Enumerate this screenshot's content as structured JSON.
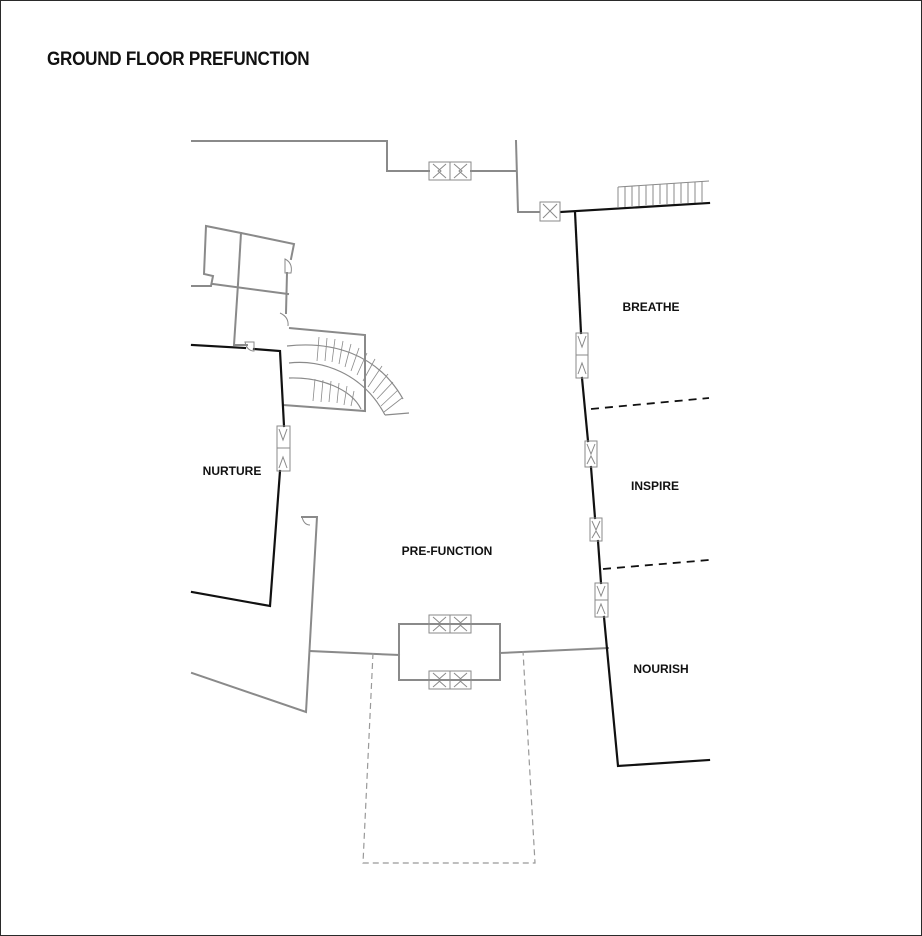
{
  "title": "GROUND FLOOR PREFUNCTION",
  "rooms": {
    "breathe": "BREATHE",
    "inspire": "INSPIRE",
    "nourish": "NOURISH",
    "nurture": "NURTURE",
    "prefunction": "PRE-FUNCTION"
  },
  "colors": {
    "primary_wall": "#111111",
    "secondary_wall": "#8a8a8a",
    "outline": "#999999",
    "background": "#ffffff"
  }
}
